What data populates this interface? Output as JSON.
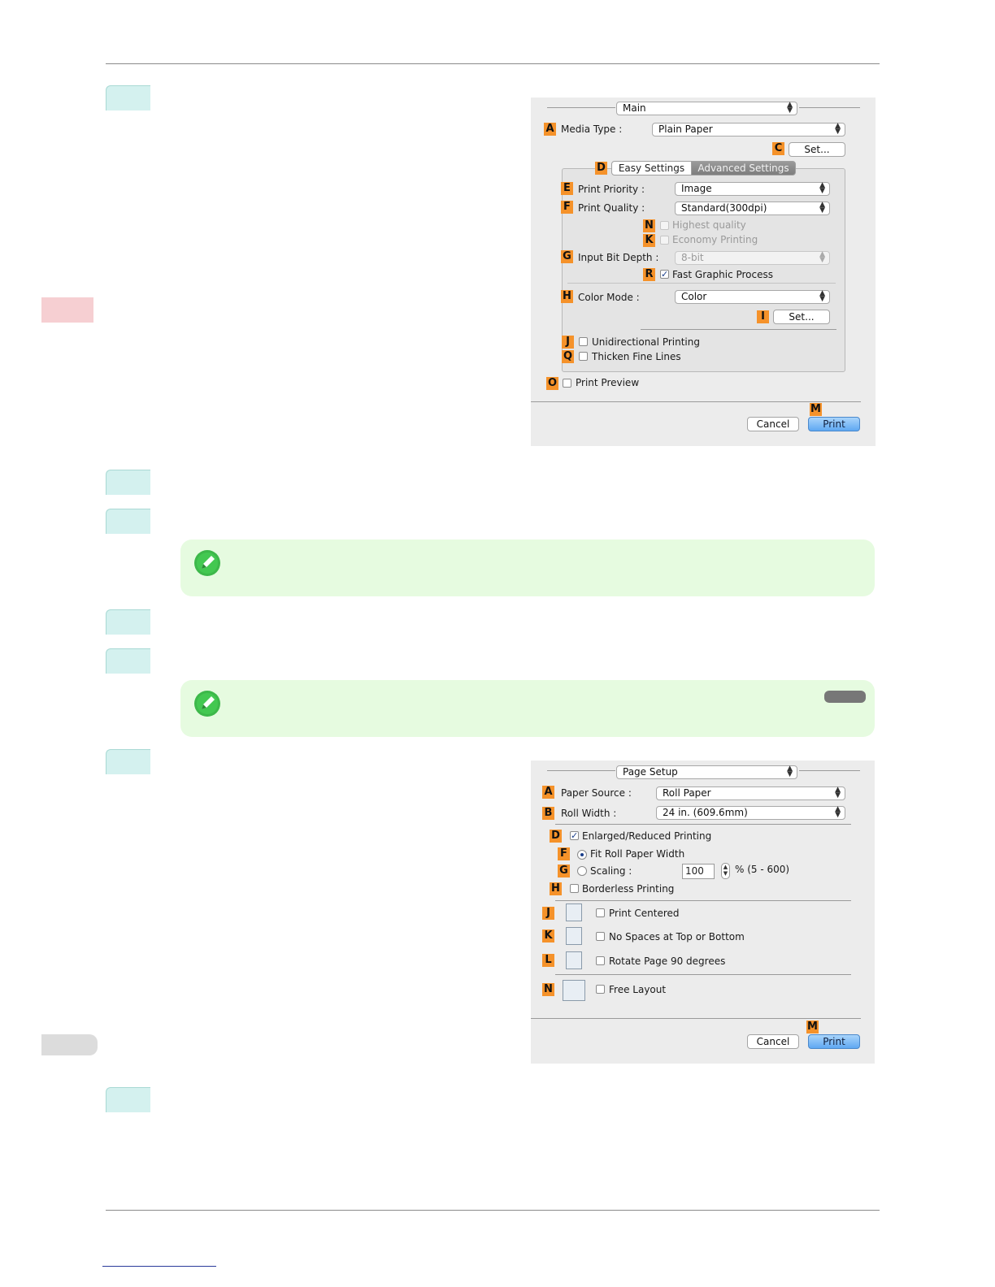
{
  "dialog1": {
    "panel_popup": "Main",
    "media_type_label": "Media Type :",
    "media_type_value": "Plain Paper",
    "set_button_c": "Set...",
    "tab_easy": "Easy Settings",
    "tab_advanced": "Advanced Settings",
    "print_priority_label": "Print Priority :",
    "print_priority_value": "Image",
    "print_quality_label": "Print Quality :",
    "print_quality_value": "Standard(300dpi)",
    "highest_quality_label": "Highest quality",
    "economy_printing_label": "Economy Printing",
    "input_bit_depth_label": "Input Bit Depth :",
    "input_bit_depth_value": "8-bit",
    "fast_graphic_label": "Fast Graphic Process",
    "color_mode_label": "Color Mode :",
    "color_mode_value": "Color",
    "set_button_i": "Set...",
    "unidirectional_label": "Unidirectional Printing",
    "thicken_label": "Thicken Fine Lines",
    "print_preview_label": "Print Preview",
    "cancel_label": "Cancel",
    "print_label": "Print",
    "markers": {
      "A": "A",
      "C": "C",
      "D": "D",
      "E": "E",
      "F": "F",
      "N": "N",
      "K": "K",
      "G": "G",
      "R": "R",
      "H": "H",
      "I": "I",
      "J": "J",
      "Q": "Q",
      "O": "O",
      "M": "M"
    },
    "fast_graphic_checked": true
  },
  "dialog2": {
    "panel_popup": "Page Setup",
    "paper_source_label": "Paper Source :",
    "paper_source_value": "Roll Paper",
    "roll_width_label": "Roll Width :",
    "roll_width_value": "24 in. (609.6mm)",
    "enlarged_label": "Enlarged/Reduced Printing",
    "fit_roll_label": "Fit Roll Paper Width",
    "scaling_label": "Scaling :",
    "scaling_value": "100",
    "scaling_range": "% (5 - 600)",
    "borderless_label": "Borderless Printing",
    "print_centered_label": "Print Centered",
    "no_spaces_label": "No Spaces at Top or Bottom",
    "rotate_label": "Rotate Page 90 degrees",
    "free_layout_label": "Free Layout",
    "cancel_label": "Cancel",
    "print_label": "Print",
    "markers": {
      "A": "A",
      "B": "B",
      "D": "D",
      "F": "F",
      "G": "G",
      "H": "H",
      "J": "J",
      "K": "K",
      "L": "L",
      "N": "N",
      "M": "M"
    },
    "enlarged_checked": true,
    "fit_roll_selected": true
  },
  "colors": {
    "marker_orange": "#f5922a",
    "step_tab": "#d4f1ef",
    "note_bg": "#e6fbe0",
    "sidebar_red": "#f6cfd2"
  }
}
